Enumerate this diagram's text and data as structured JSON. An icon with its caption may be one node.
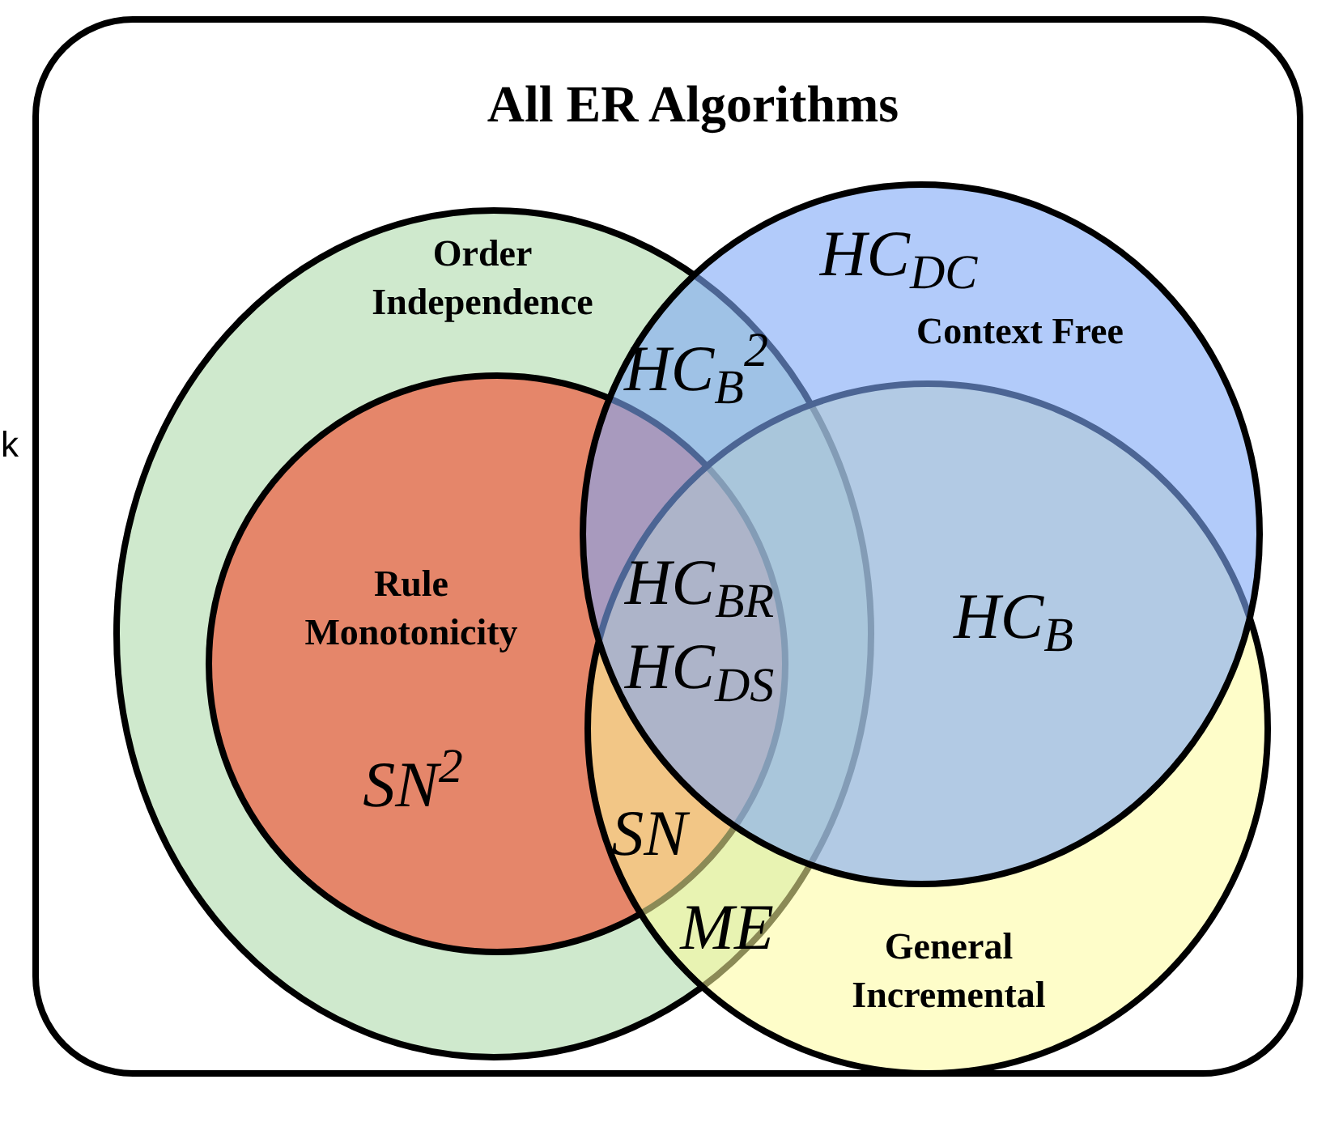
{
  "diagram": {
    "title": "All ER Algorithms",
    "nodes": [
      {
        "text": [],
        "shape": "box"
      },
      {
        "text": [
          "Order Independence"
        ],
        "in": 0
      },
      {
        "text": [
          "Rule Monotonicity"
        ],
        "in": 1
      },
      {
        "text": [
          "Context Free"
        ],
        "in": 0
      },
      {
        "text": [
          "General Incremental"
        ],
        "in": 0
      }
    ],
    "labels": [
      "k",
      "HC$_{DC}$",
      "HC$_{B}$$^{2}$",
      "HC$_{BR}$",
      "HC$_{DS}$",
      "HC$_{B}$",
      "SN$^{2}$",
      "SN",
      "ME"
    ]
  }
}
